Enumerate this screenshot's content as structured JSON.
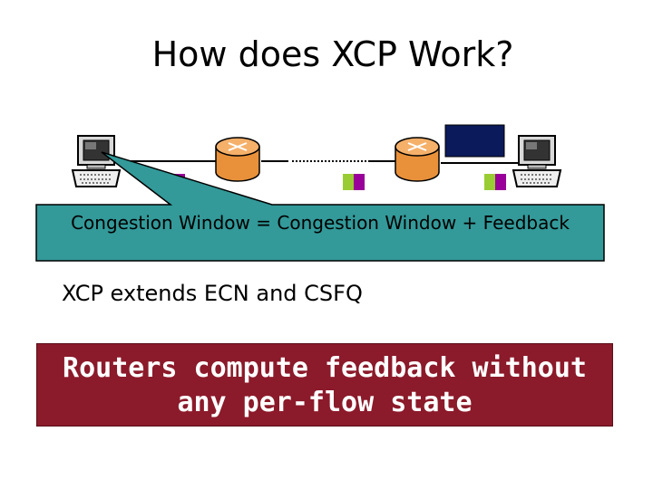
{
  "slide": {
    "title": "How does XCP Work?",
    "callout": "Congestion Window = Congestion Window + Feedback",
    "subtitle": "XCP extends ECN and CSFQ",
    "banner": {
      "line1": "Routers compute feedback without",
      "line2": "any per-flow state"
    }
  },
  "colors": {
    "callout_fill": "#339999",
    "banner_fill": "#8b1a2a",
    "packet_green": "#99cc33",
    "packet_purple": "#990099",
    "router_fill": "#f0a050",
    "rect_navy": "#0a1a5a"
  },
  "icons": [
    "computer-icon",
    "router-icon"
  ]
}
